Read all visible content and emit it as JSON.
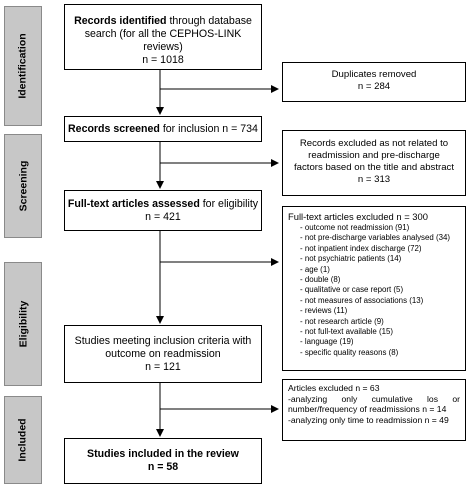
{
  "stages": [
    {
      "label": "Identification"
    },
    {
      "label": "Screening"
    },
    {
      "label": "Eligibility"
    },
    {
      "label": "Included"
    }
  ],
  "identified": {
    "bold": "Records identified",
    "rest": " through database search (for  all the CEPHOS-LINK reviews)",
    "count": "n = 1018"
  },
  "duplicates": {
    "text": "Duplicates removed",
    "count": "n = 284"
  },
  "screened": {
    "bold": "Records screened",
    "rest": " for inclusion n = 734"
  },
  "excluded_screening": {
    "text": "Records excluded as not related to readmission and pre-discharge factors based on the title and abstract",
    "count": "n = 313"
  },
  "fulltext": {
    "bold": "Full-text articles assessed",
    "rest": " for eligibility",
    "count": "n = 421"
  },
  "excluded_fulltext": {
    "header": "Full-text articles excluded n = 300",
    "items": [
      "outcome not readmission (91)",
      "not pre-discharge variables analysed (34)",
      "not inpatient index discharge (72)",
      "not psychiatric patients (14)",
      "age (1)",
      "double (8)",
      "qualitative or case report (5)",
      "not measures of associations (13)",
      "reviews (11)",
      "not research article (9)",
      "not full-text available (15)",
      "language (19)",
      "specific quality reasons (8)"
    ]
  },
  "meeting": {
    "text": "Studies meeting inclusion criteria with outcome on readmission",
    "count": "n = 121"
  },
  "articles_excluded": {
    "header": "Articles excluded n = 63",
    "line1": "-analyzing only cumulative los or number/frequency of readmissions n = 14",
    "line2": "-analyzing only time to readmission n = 49"
  },
  "included": {
    "text": "Studies included in the review",
    "count": "n = 58"
  }
}
